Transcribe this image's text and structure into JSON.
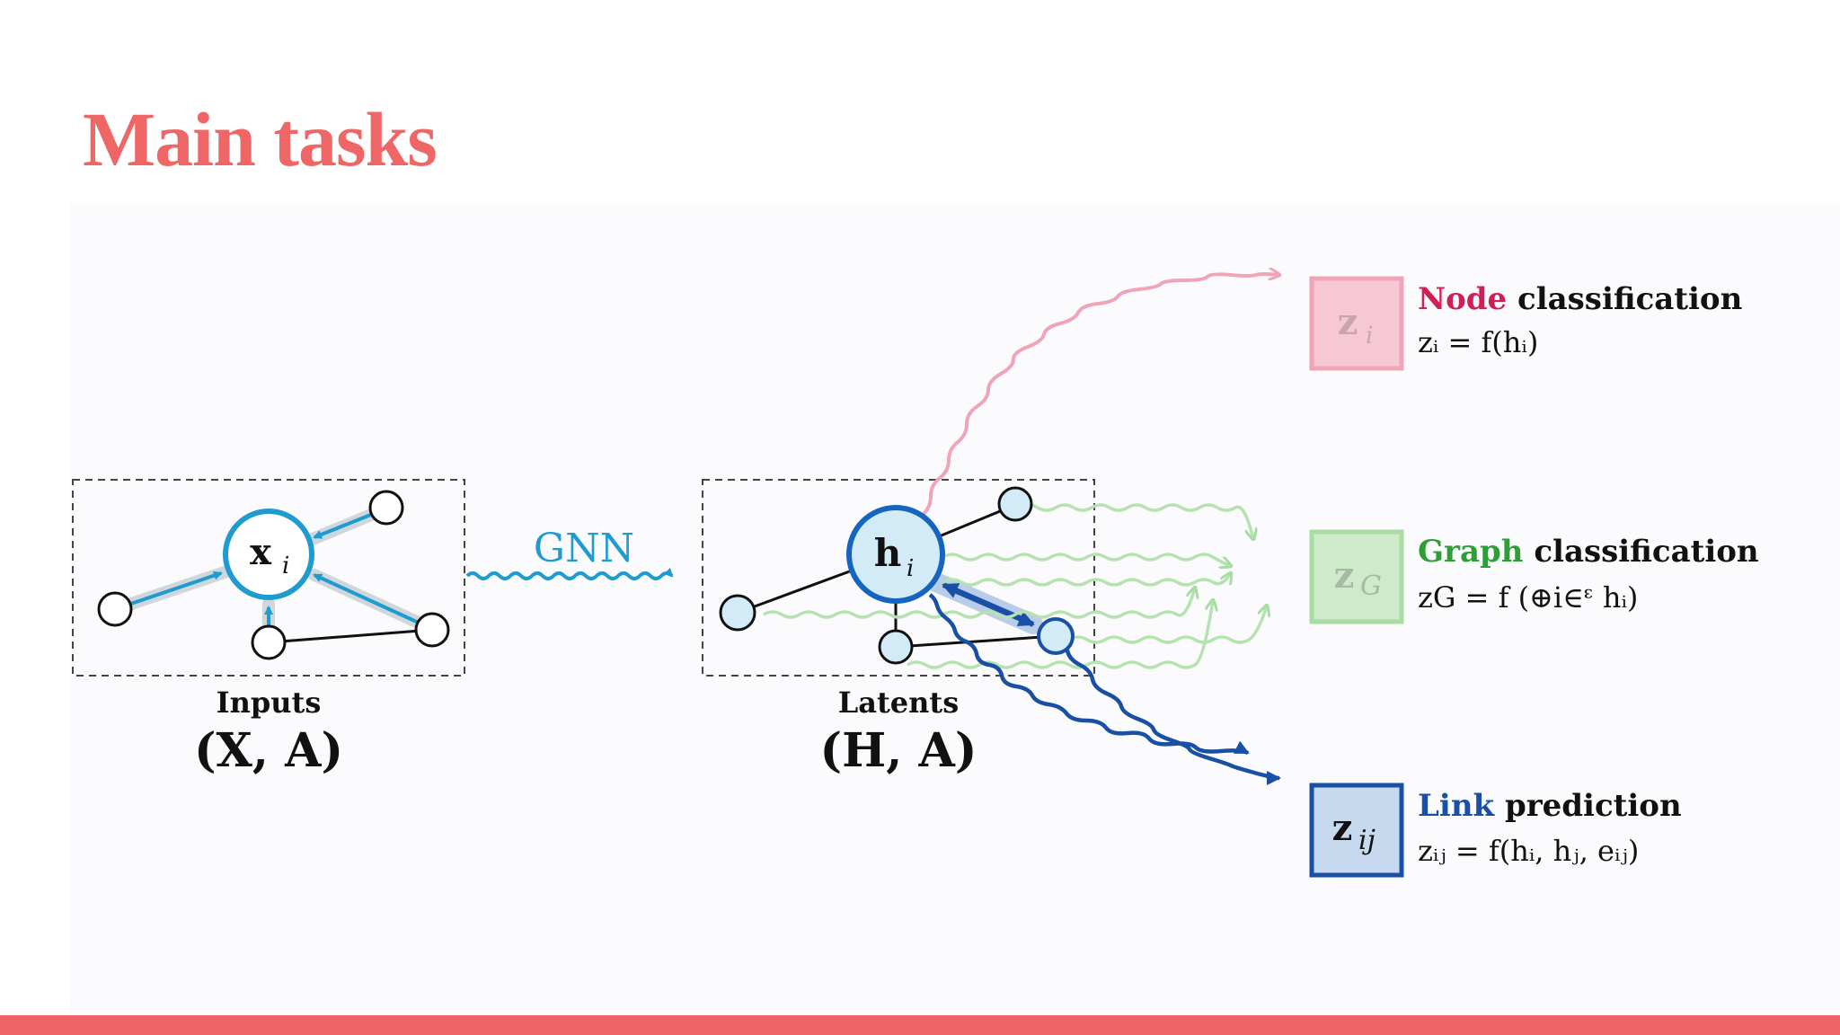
{
  "slide": {
    "title": "Main tasks"
  },
  "colors": {
    "title": "#ee6666",
    "bar": "#ef6464",
    "input_blue": "#1f9bcf",
    "latent_blue": "#1565c0",
    "node_pink": "#e88aa6",
    "graph_green": "#8fd18a",
    "link_blue": "#1a4fa6"
  },
  "diagram": {
    "inputs": {
      "caption": "Inputs",
      "formula": "(X, A)",
      "node_label": "x",
      "node_sub": "i"
    },
    "arrow": {
      "label": "GNN"
    },
    "latents": {
      "caption": "Latents",
      "formula": "(H, A)",
      "node_label": "h",
      "node_sub": "i"
    },
    "tasks": {
      "node": {
        "box_label": "z",
        "box_sub": "i",
        "keyword": "Node",
        "rest": " classification",
        "formula": "zᵢ = f(hᵢ)"
      },
      "graph": {
        "box_label": "z",
        "box_sub": "G",
        "keyword": "Graph",
        "rest": " classification",
        "formula": "zG = f (⊕i∈ᵋ hᵢ)"
      },
      "link": {
        "box_label": "z",
        "box_sub": "ij",
        "keyword": "Link",
        "rest": " prediction",
        "formula": "zᵢⱼ = f(hᵢ, hⱼ, eᵢⱼ)"
      }
    }
  }
}
